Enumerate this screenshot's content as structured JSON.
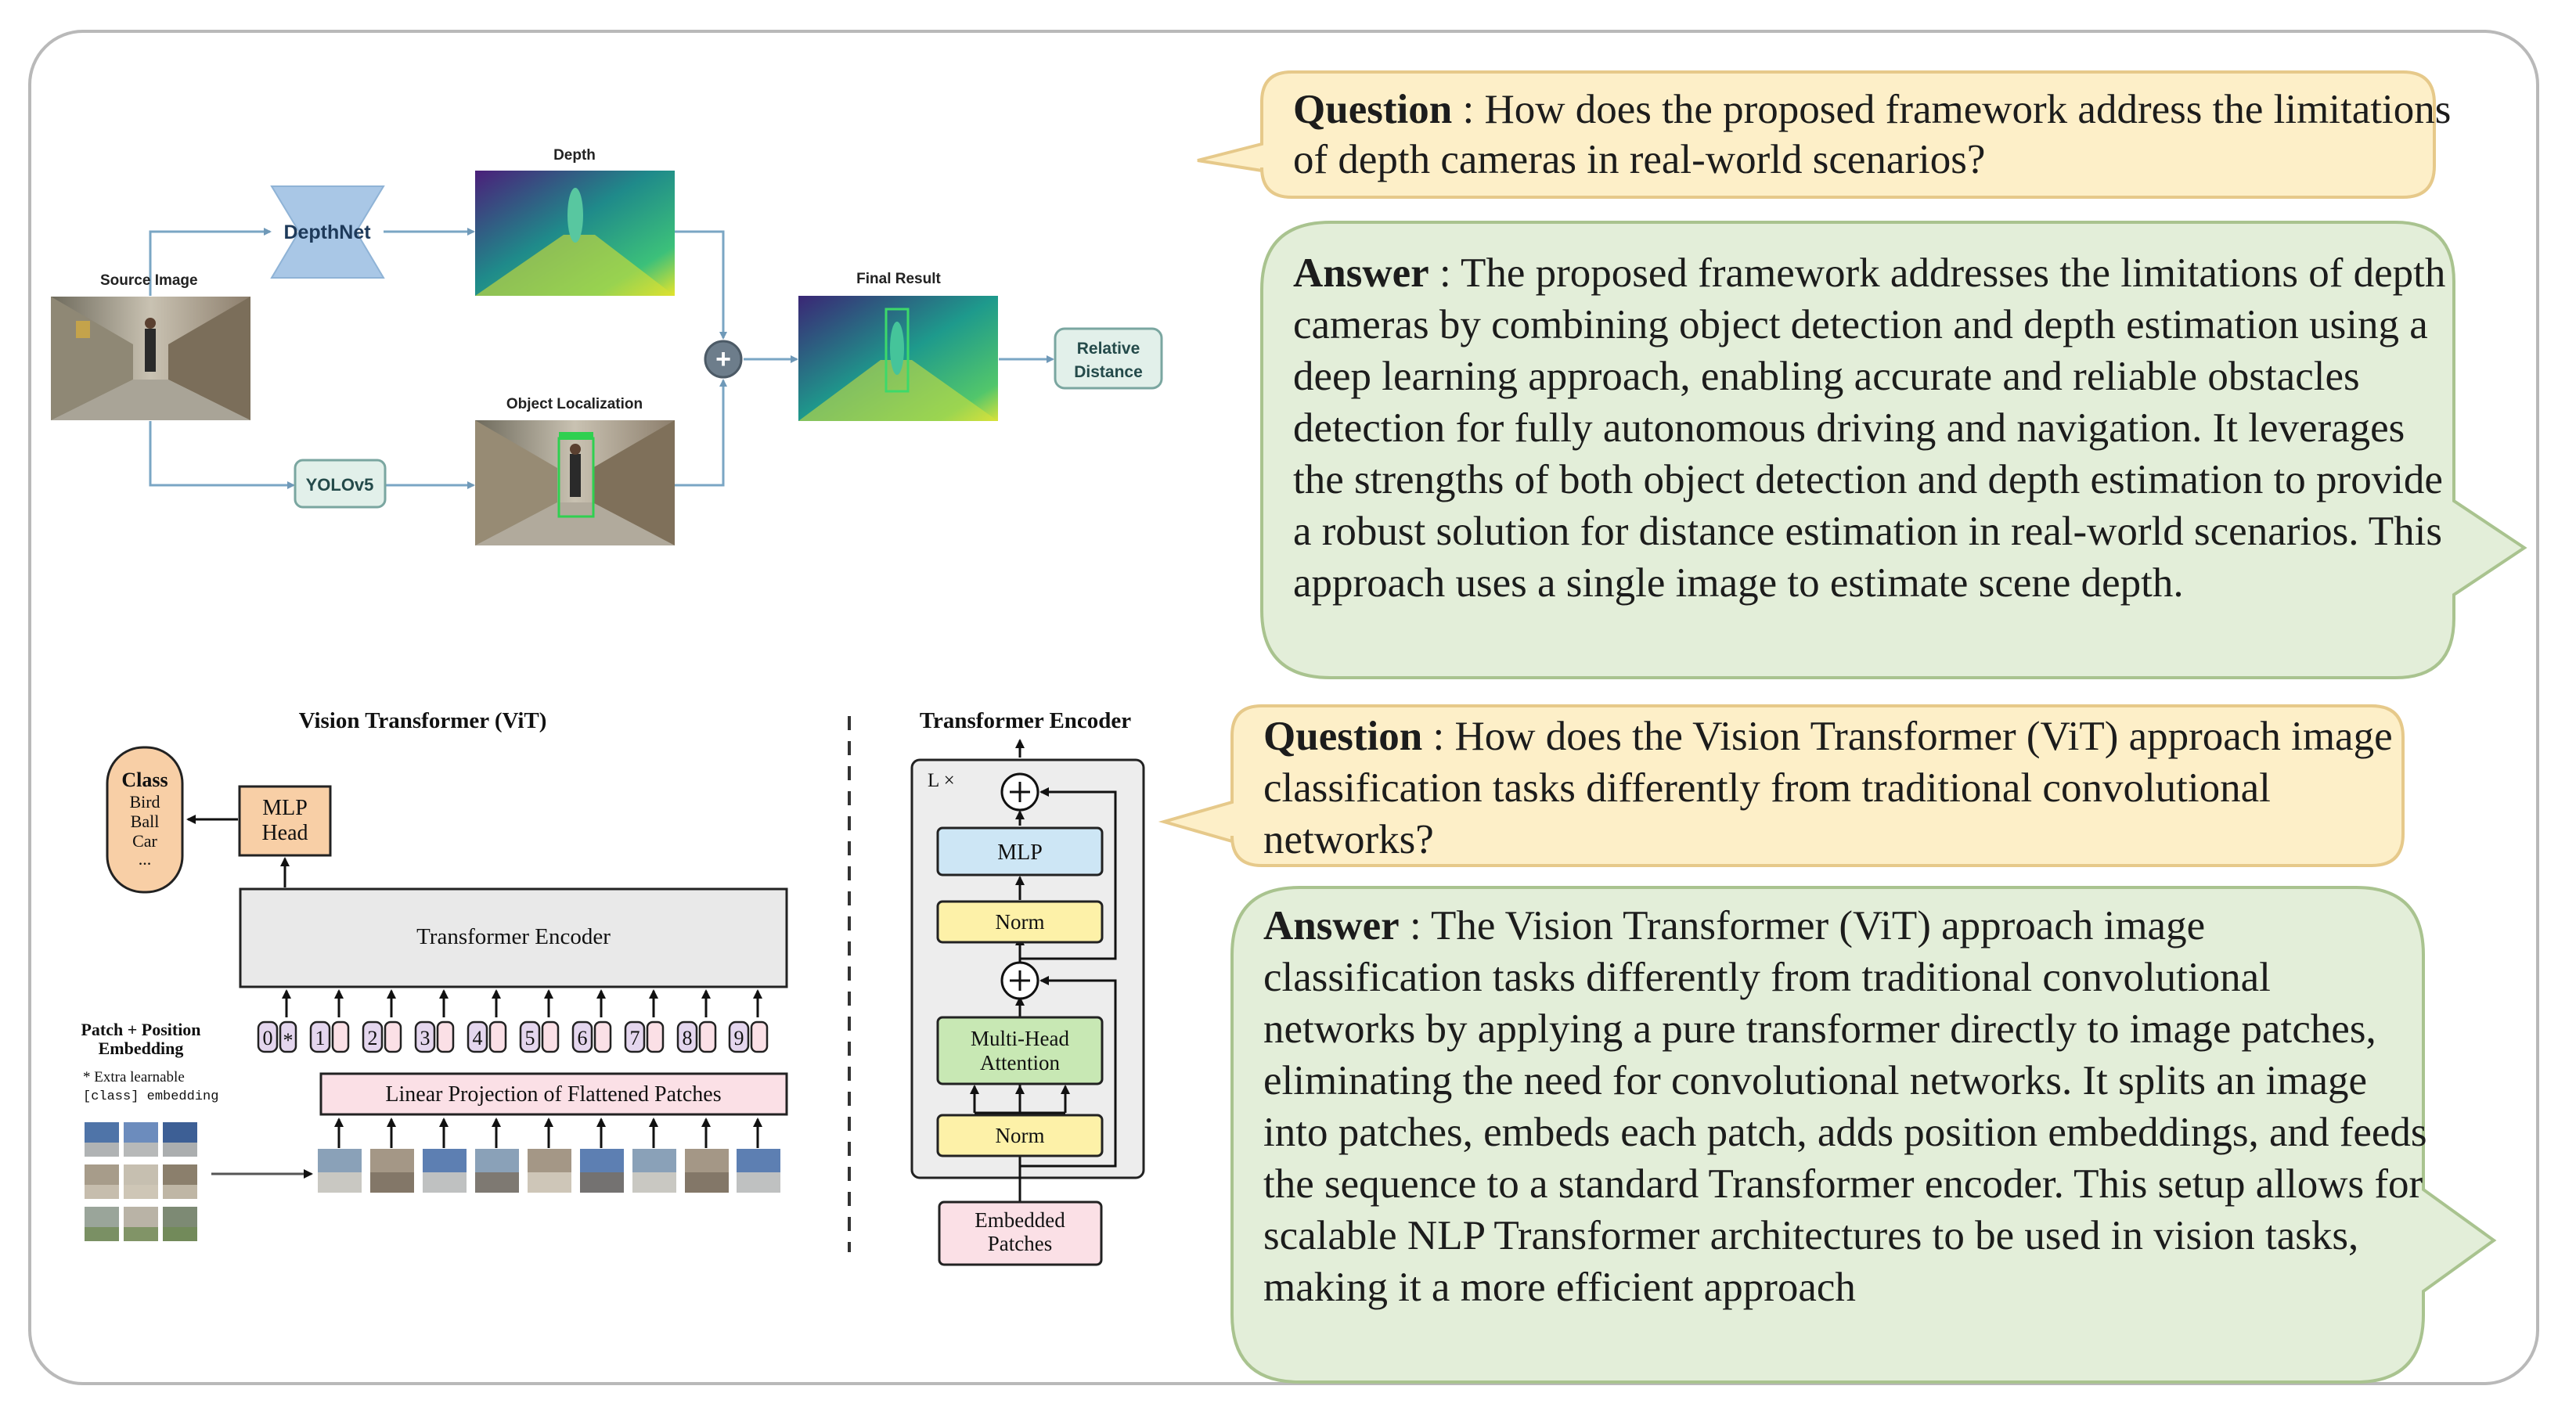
{
  "pipeline": {
    "source_image_label": "Source Image",
    "depthnet_label": "DepthNet",
    "depth_label": "Depth",
    "final_result_label": "Final Result",
    "relative_distance_line1": "Relative",
    "relative_distance_line2": "Distance",
    "object_localization_label": "Object Localization",
    "yolo_label": "YOLOv5",
    "plus_symbol": "+"
  },
  "vit": {
    "title": "Vision Transformer (ViT)",
    "class_title": "Class",
    "class_items": [
      "Bird",
      "Ball",
      "Car",
      "..."
    ],
    "mlp_head_line1": "MLP",
    "mlp_head_line2": "Head",
    "transformer_encoder_label": "Transformer Encoder",
    "patch_embedding_line1": "Patch + Position",
    "patch_embedding_line2": "Embedding",
    "extra_note_line1": "* Extra learnable",
    "extra_note_line2": "[class] embedding",
    "token_numbers": [
      "0",
      "1",
      "2",
      "3",
      "4",
      "5",
      "6",
      "7",
      "8",
      "9"
    ],
    "class_token_marker": "*",
    "linear_projection_label": "Linear Projection of Flattened Patches"
  },
  "encoder": {
    "title": "Transformer Encoder",
    "repeat_label": "L ×",
    "mlp_label": "MLP",
    "norm_top_label": "Norm",
    "attention_line1": "Multi-Head",
    "attention_line2": "Attention",
    "norm_bottom_label": "Norm",
    "embedded_line1": "Embedded",
    "embedded_line2": "Patches"
  },
  "qa": [
    {
      "question_label": "Question",
      "question_text": "How does the proposed framework address the limitations of depth cameras in real-world scenarios?",
      "answer_label": "Answer",
      "answer_text": "The proposed framework addresses the limitations of depth cameras by combining object detection and depth estimation using a deep learning approach, enabling accurate and reliable obstacles detection for fully autonomous driving and navigation. It leverages the strengths of both object detection and depth estimation to provide a robust solution for distance estimation in real-world scenarios. This approach uses a single image to estimate scene depth."
    },
    {
      "question_label": "Question",
      "question_text": "How does the Vision Transformer (ViT) approach image classification tasks differently from traditional convolutional networks?",
      "answer_label": "Answer",
      "answer_text": "The Vision Transformer (ViT) approach image classification tasks differently from traditional convolutional networks by applying a pure transformer directly to image patches, eliminating the need for convolutional networks. It splits an image into patches, embeds each patch, adds position embeddings, and feeds the sequence to a standard Transformer encoder. This setup allows for scalable NLP Transformer architectures to be used in vision tasks, making it a more efficient approach"
    }
  ],
  "colors": {
    "question_fill": "#fdefc8",
    "question_border": "#e6c98a",
    "answer_fill": "#e3eed9",
    "answer_border": "#a9c38f",
    "pipeline_blue": "#a8c8ea",
    "pipeline_box": "#e2f0ea",
    "vit_pink": "#fbe0e6",
    "vit_orange": "#f8cfa6",
    "vit_gray": "#e9e9e9",
    "encoder_blue": "#cde6f5",
    "encoder_yellow": "#fdf1a8",
    "encoder_green": "#c8e8b4"
  }
}
